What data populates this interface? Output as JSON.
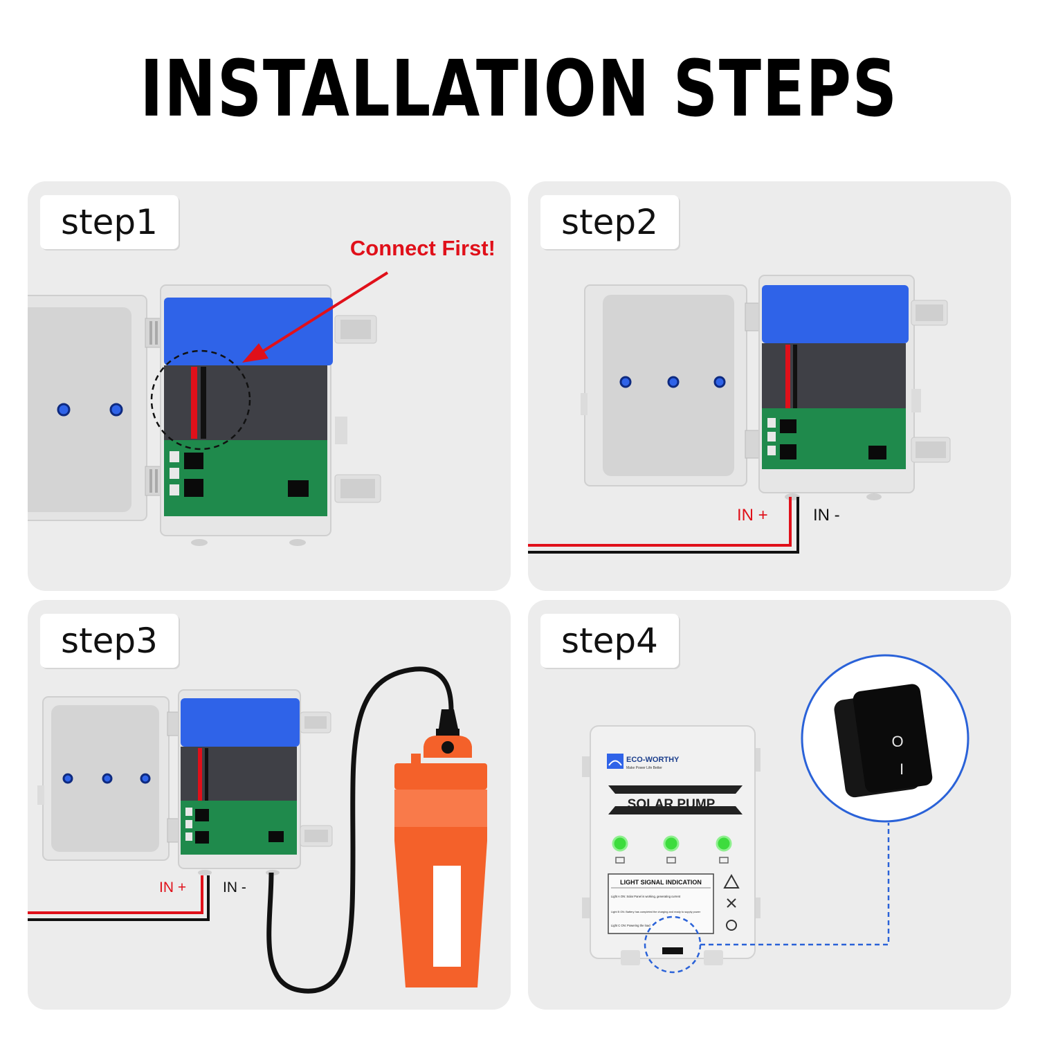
{
  "title": "INSTALLATION STEPS",
  "steps": [
    {
      "label": "step1",
      "callout": "Connect First!"
    },
    {
      "label": "step2",
      "wire_positive": "IN +",
      "wire_negative": "IN -"
    },
    {
      "label": "step3",
      "wire_positive": "IN +",
      "wire_negative": "IN -"
    },
    {
      "label": "step4",
      "device": {
        "brand": "ECO-WORTHY",
        "tagline": "Make Power Life Better",
        "name": "SOLAR PUMP",
        "legend_title": "LIGHT SIGNAL INDICATION",
        "legend_lines": [
          "Light A ON: Solar Panel is working, generating current",
          "Light B ON: Battery has completed the charging and ready to supply power",
          "Light C ON: Powering the load"
        ]
      },
      "switch_marks": [
        "O",
        "I"
      ]
    }
  ],
  "colors": {
    "panel_bg": "#ececec",
    "lid_blue": "#2f63e8",
    "board_green": "#1f8a4c",
    "wire_red": "#e0101a",
    "wire_black": "#111111",
    "callout_red": "#e0101a",
    "pump_orange": "#f4612a",
    "dashed_blue": "#2a62d8",
    "led_green": "#3ddc3d"
  }
}
